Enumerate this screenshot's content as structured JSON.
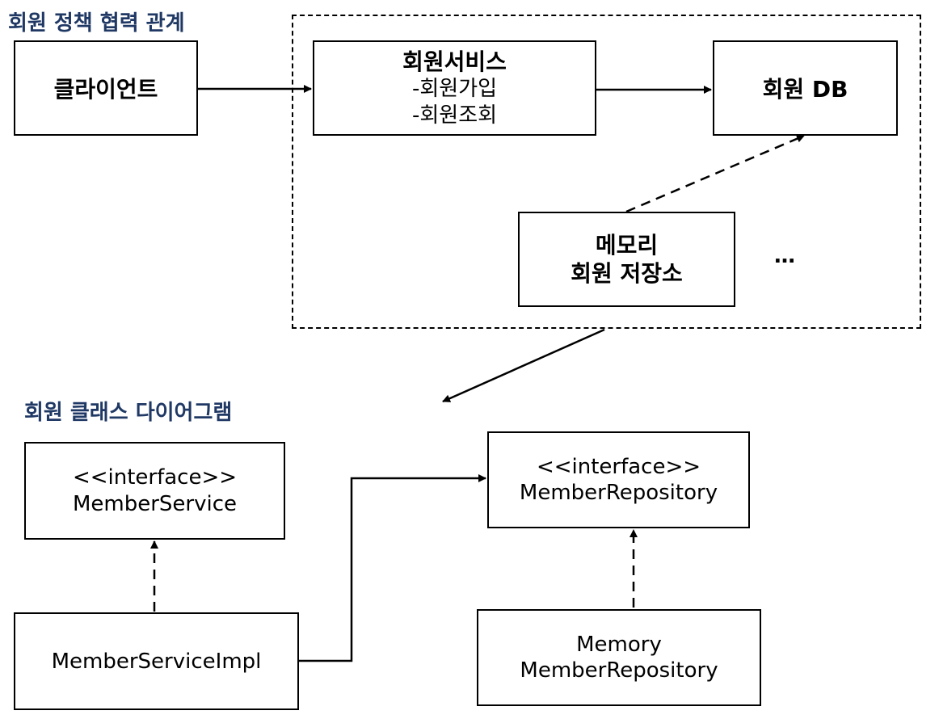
{
  "collab": {
    "title": "회원 정책 협력 관계",
    "client": "클라이언트",
    "service": {
      "title": "회원서비스",
      "items": [
        "-회원가입",
        "-회원조회"
      ]
    },
    "db": "회원 DB",
    "memory_repo": {
      "line1": "메모리",
      "line2": "회원 저장소"
    },
    "ellipsis": "…"
  },
  "class_diagram": {
    "title": "회원 클래스 다이어그램",
    "member_service": {
      "stereotype": "<<interface>>",
      "name": "MemberService"
    },
    "member_repository": {
      "stereotype": "<<interface>>",
      "name": "MemberRepository"
    },
    "member_service_impl": "MemberServiceImpl",
    "memory_member_repository": {
      "line1": "Memory",
      "line2": "MemberRepository"
    }
  }
}
